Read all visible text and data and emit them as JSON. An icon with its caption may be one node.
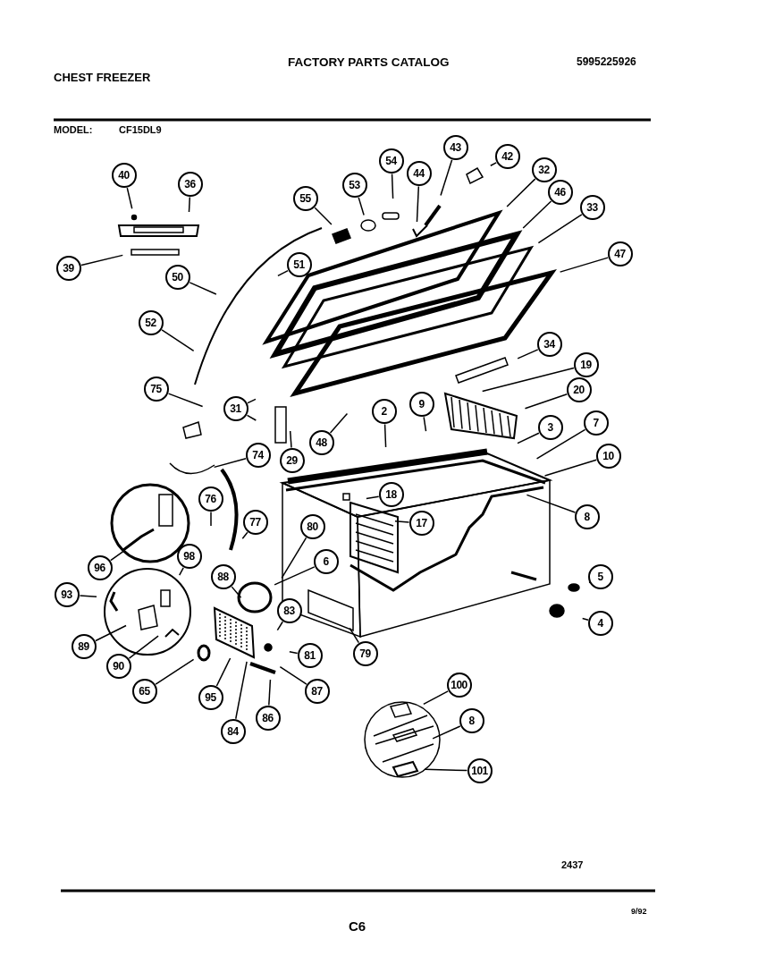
{
  "diagram": {
    "title": "FACTORY PARTS CATALOG",
    "nodes": [
      {
        "text": [
          "40"
        ]
      },
      {
        "text": [
          "36"
        ]
      },
      {
        "text": [
          "39"
        ]
      },
      {
        "text": [
          "55"
        ]
      },
      {
        "text": [
          "53"
        ]
      },
      {
        "text": [
          "54"
        ]
      },
      {
        "text": [
          "44"
        ]
      },
      {
        "text": [
          "43"
        ]
      },
      {
        "text": [
          "42"
        ]
      },
      {
        "text": [
          "32"
        ]
      },
      {
        "text": [
          "46"
        ]
      },
      {
        "text": [
          "33"
        ]
      },
      {
        "text": [
          "47"
        ]
      },
      {
        "text": [
          "51"
        ]
      },
      {
        "text": [
          "50"
        ]
      },
      {
        "text": [
          "52"
        ]
      },
      {
        "text": [
          "75"
        ]
      },
      {
        "text": [
          "31"
        ]
      },
      {
        "text": [
          "29"
        ]
      },
      {
        "text": [
          "48"
        ]
      },
      {
        "text": [
          "34"
        ]
      },
      {
        "text": [
          "19"
        ]
      },
      {
        "text": [
          "20"
        ]
      },
      {
        "text": [
          "2"
        ]
      },
      {
        "text": [
          "9"
        ]
      },
      {
        "text": [
          "3"
        ]
      },
      {
        "text": [
          "7"
        ]
      },
      {
        "text": [
          "10"
        ]
      },
      {
        "text": [
          "74"
        ]
      },
      {
        "text": [
          "18"
        ]
      },
      {
        "text": [
          "17"
        ]
      },
      {
        "text": [
          "8"
        ]
      },
      {
        "text": [
          "76"
        ]
      },
      {
        "text": [
          "77"
        ]
      },
      {
        "text": [
          "80"
        ]
      },
      {
        "text": [
          "88"
        ]
      },
      {
        "text": [
          "6"
        ]
      },
      {
        "text": [
          "96"
        ]
      },
      {
        "text": [
          "98"
        ]
      },
      {
        "text": [
          "93"
        ]
      },
      {
        "text": [
          "5"
        ]
      },
      {
        "text": [
          "89"
        ]
      },
      {
        "text": [
          "83"
        ]
      },
      {
        "text": [
          "4"
        ]
      },
      {
        "text": [
          "81"
        ]
      },
      {
        "text": [
          "79"
        ]
      },
      {
        "text": [
          "90"
        ]
      },
      {
        "text": [
          "65"
        ]
      },
      {
        "text": [
          "95"
        ]
      },
      {
        "text": [
          "87"
        ]
      },
      {
        "text": [
          "100"
        ]
      },
      {
        "text": [
          "86"
        ]
      },
      {
        "text": [
          "8"
        ]
      },
      {
        "text": [
          "84"
        ]
      },
      {
        "text": [
          "101"
        ]
      }
    ],
    "edges": [
      {
        "from": 0,
        "to": null,
        "arrow": "none"
      },
      {
        "from": 1,
        "to": null,
        "arrow": "none"
      },
      {
        "from": 2,
        "to": null,
        "arrow": "none"
      },
      {
        "from": 3,
        "to": null,
        "arrow": "none"
      },
      {
        "from": 4,
        "to": null,
        "arrow": "none"
      },
      {
        "from": 5,
        "to": null,
        "arrow": "none"
      },
      {
        "from": 6,
        "to": null,
        "arrow": "none"
      },
      {
        "from": 7,
        "to": null,
        "arrow": "none"
      },
      {
        "from": 8,
        "to": null,
        "arrow": "none"
      },
      {
        "from": 9,
        "to": null,
        "arrow": "none"
      },
      {
        "from": 10,
        "to": null,
        "arrow": "none"
      },
      {
        "from": 11,
        "to": null,
        "arrow": "none"
      },
      {
        "from": 12,
        "to": null,
        "arrow": "none"
      },
      {
        "from": 13,
        "to": null,
        "arrow": "none"
      },
      {
        "from": 14,
        "to": null,
        "arrow": "none"
      },
      {
        "from": 15,
        "to": null,
        "arrow": "none"
      },
      {
        "from": 16,
        "to": null,
        "arrow": "none"
      },
      {
        "from": 17,
        "to": null,
        "arrow": "none"
      },
      {
        "from": 17,
        "to": null,
        "arrow": "none"
      },
      {
        "from": 18,
        "to": null,
        "arrow": "none"
      },
      {
        "from": 19,
        "to": null,
        "arrow": "none"
      },
      {
        "from": 20,
        "to": null,
        "arrow": "none"
      },
      {
        "from": 21,
        "to": null,
        "arrow": "none"
      },
      {
        "from": 22,
        "to": null,
        "arrow": "none"
      },
      {
        "from": 23,
        "to": null,
        "arrow": "none"
      },
      {
        "from": 24,
        "to": null,
        "arrow": "none"
      },
      {
        "from": 25,
        "to": null,
        "arrow": "none"
      },
      {
        "from": 26,
        "to": null,
        "arrow": "none"
      },
      {
        "from": 27,
        "to": null,
        "arrow": "none"
      },
      {
        "from": 28,
        "to": null,
        "arrow": "none"
      },
      {
        "from": 29,
        "to": null,
        "arrow": "none"
      },
      {
        "from": 30,
        "to": null,
        "arrow": "none"
      },
      {
        "from": 31,
        "to": null,
        "arrow": "none"
      },
      {
        "from": 32,
        "to": null,
        "arrow": "none"
      },
      {
        "from": 33,
        "to": null,
        "arrow": "none"
      },
      {
        "from": 34,
        "to": null,
        "arrow": "none"
      },
      {
        "from": 35,
        "to": null,
        "arrow": "none"
      },
      {
        "from": 36,
        "to": null,
        "arrow": "none"
      },
      {
        "from": 37,
        "to": null,
        "arrow": "none"
      },
      {
        "from": 38,
        "to": null,
        "arrow": "none"
      },
      {
        "from": 39,
        "to": null,
        "arrow": "none"
      },
      {
        "from": 40,
        "to": null,
        "arrow": "none"
      },
      {
        "from": 41,
        "to": null,
        "arrow": "none"
      },
      {
        "from": 42,
        "to": null,
        "arrow": "none"
      },
      {
        "from": 43,
        "to": null,
        "arrow": "none"
      },
      {
        "from": 44,
        "to": null,
        "arrow": "none"
      },
      {
        "from": 45,
        "to": null,
        "arrow": "none"
      },
      {
        "from": 46,
        "to": null,
        "arrow": "none"
      },
      {
        "from": 47,
        "to": null,
        "arrow": "none"
      },
      {
        "from": 48,
        "to": null,
        "arrow": "none"
      },
      {
        "from": 49,
        "to": null,
        "arrow": "none"
      },
      {
        "from": 50,
        "to": null,
        "arrow": "none"
      },
      {
        "from": 51,
        "to": null,
        "arrow": "none"
      },
      {
        "from": 52,
        "to": null,
        "arrow": "none"
      },
      {
        "from": 53,
        "to": null,
        "arrow": "none"
      },
      {
        "from": 54,
        "to": null,
        "arrow": "none"
      }
    ],
    "labels": [
      "CHEST FREEZER",
      "5995225926",
      "MODEL:",
      "CF15DL9",
      "2437",
      "9/92",
      "C6"
    ]
  }
}
